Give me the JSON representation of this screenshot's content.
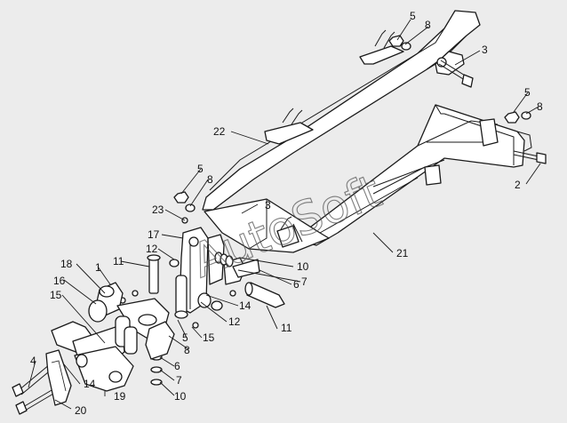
{
  "watermark": "AutoSoft",
  "callouts": {
    "c1": "1",
    "c2": "2",
    "c3a": "3",
    "c3b": "3",
    "c4": "4",
    "c5a": "5",
    "c5b": "5",
    "c5c": "5",
    "c5d": "5",
    "c6a": "6",
    "c6b": "6",
    "c7a": "7",
    "c7b": "7",
    "c8a": "8",
    "c8b": "8",
    "c8c": "8",
    "c8d": "8",
    "c10a": "10",
    "c10b": "10",
    "c11a": "11",
    "c11b": "11",
    "c12a": "12",
    "c12b": "12",
    "c14a": "14",
    "c14b": "14",
    "c15a": "15",
    "c15b": "15",
    "c16": "16",
    "c17": "17",
    "c18": "18",
    "c19": "19",
    "c20": "20",
    "c21": "21",
    "c22": "22",
    "c23": "23"
  }
}
